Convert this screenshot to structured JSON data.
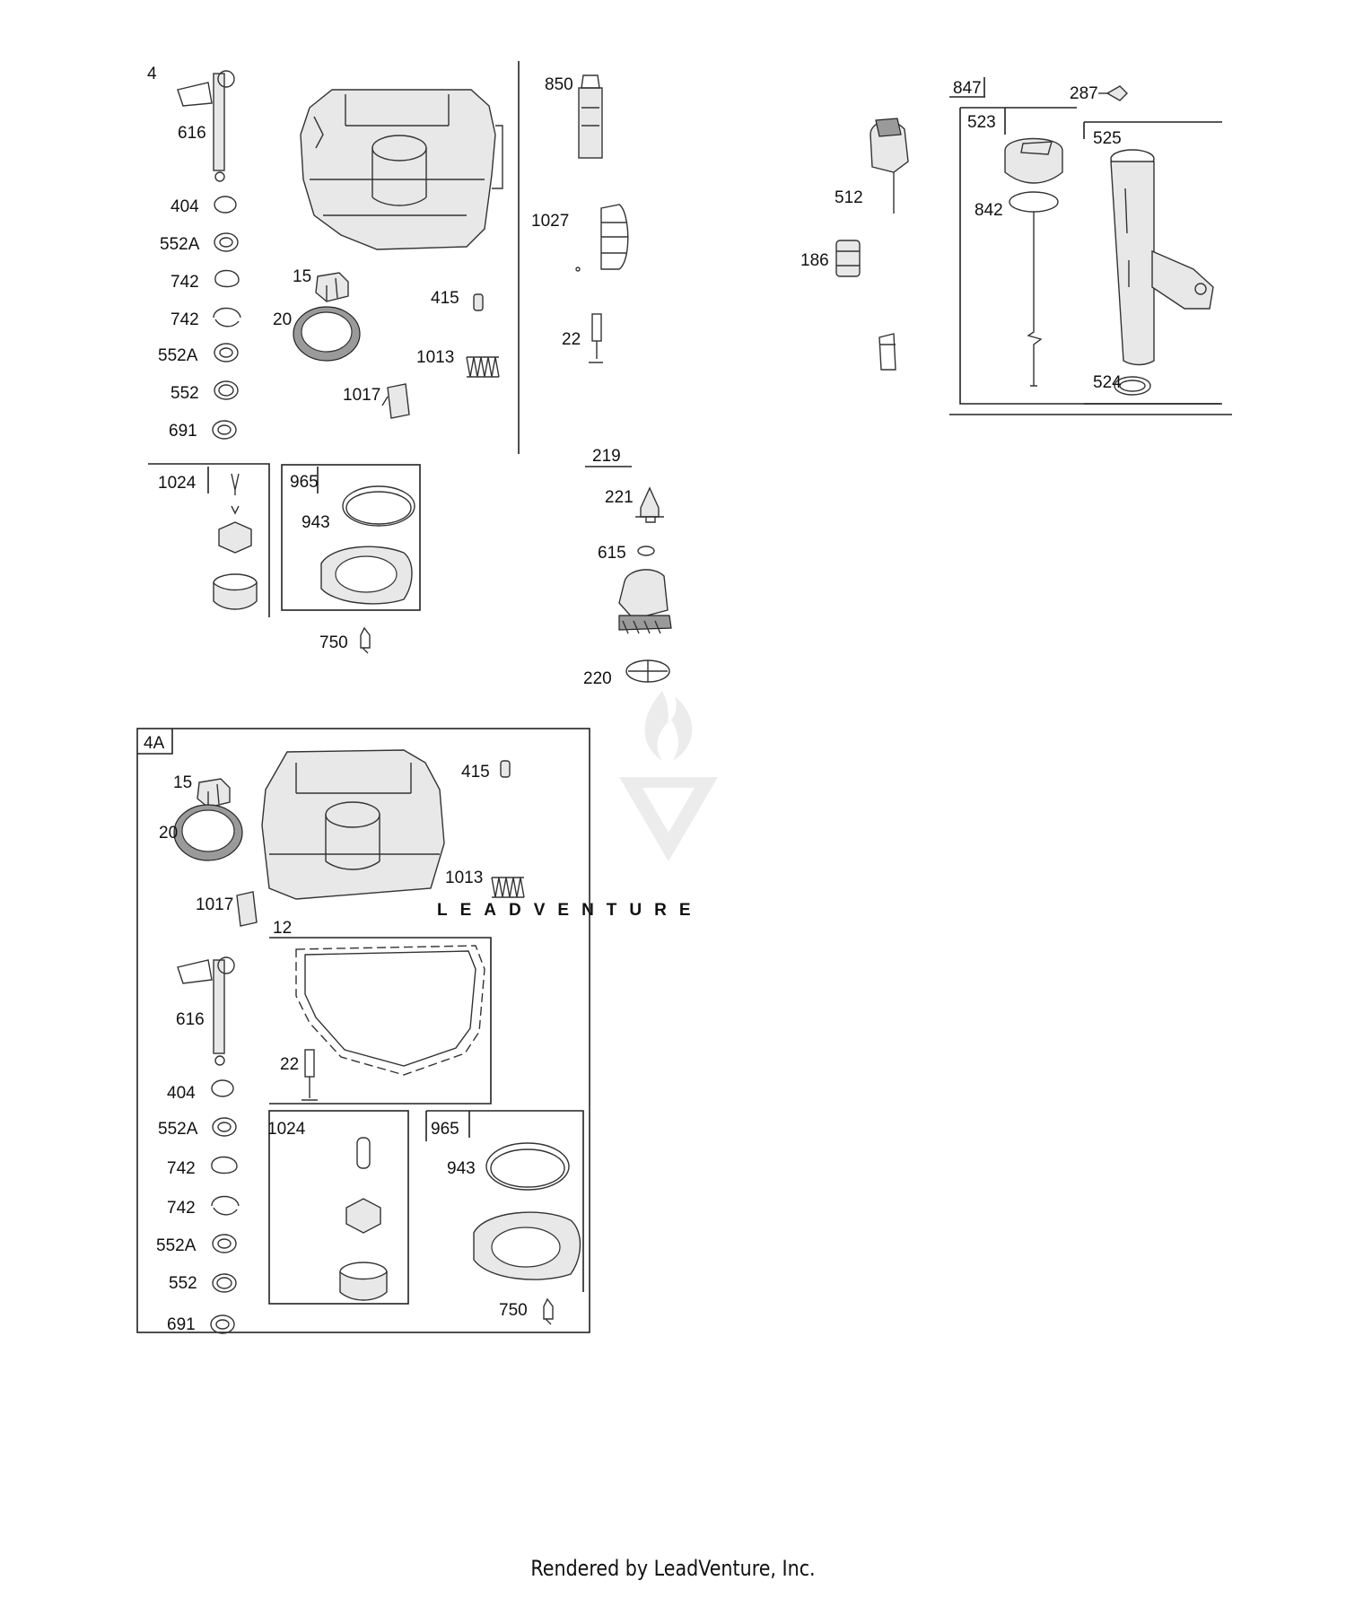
{
  "labels": {
    "l4": "4",
    "l616a": "616",
    "l404a": "404",
    "l552Aa": "552A",
    "l742a": "742",
    "l742b": "742",
    "l552Ab": "552A",
    "l552a": "552",
    "l691a": "691",
    "l15a": "15",
    "l20a": "20",
    "l415a": "415",
    "l1013a": "1013",
    "l1017a": "1017",
    "l1024a": "1024",
    "l965a": "965",
    "l943a": "943",
    "l750a": "750",
    "l850": "850",
    "l1027": "1027",
    "l22a": "22",
    "l219": "219",
    "l221": "221",
    "l615": "615",
    "l220": "220",
    "l512": "512",
    "l186": "186",
    "l847": "847",
    "l287": "287",
    "l523": "523",
    "l525": "525",
    "l842": "842",
    "l524": "524",
    "l4A": "4A",
    "l15b": "15",
    "l20b": "20",
    "l415b": "415",
    "l1013b": "1013",
    "l1017b": "1017",
    "l12": "12",
    "l616b": "616",
    "l22b": "22",
    "l404b": "404",
    "l552Ac": "552A",
    "l1024b": "1024",
    "l965b": "965",
    "l943b": "943",
    "l742c": "742",
    "l742d": "742",
    "l552Ad": "552A",
    "l552b": "552",
    "l691b": "691",
    "l750b": "750"
  },
  "watermark": {
    "text": "LEADVENTURE"
  },
  "footer": {
    "text": "Rendered by LeadVenture, Inc."
  }
}
